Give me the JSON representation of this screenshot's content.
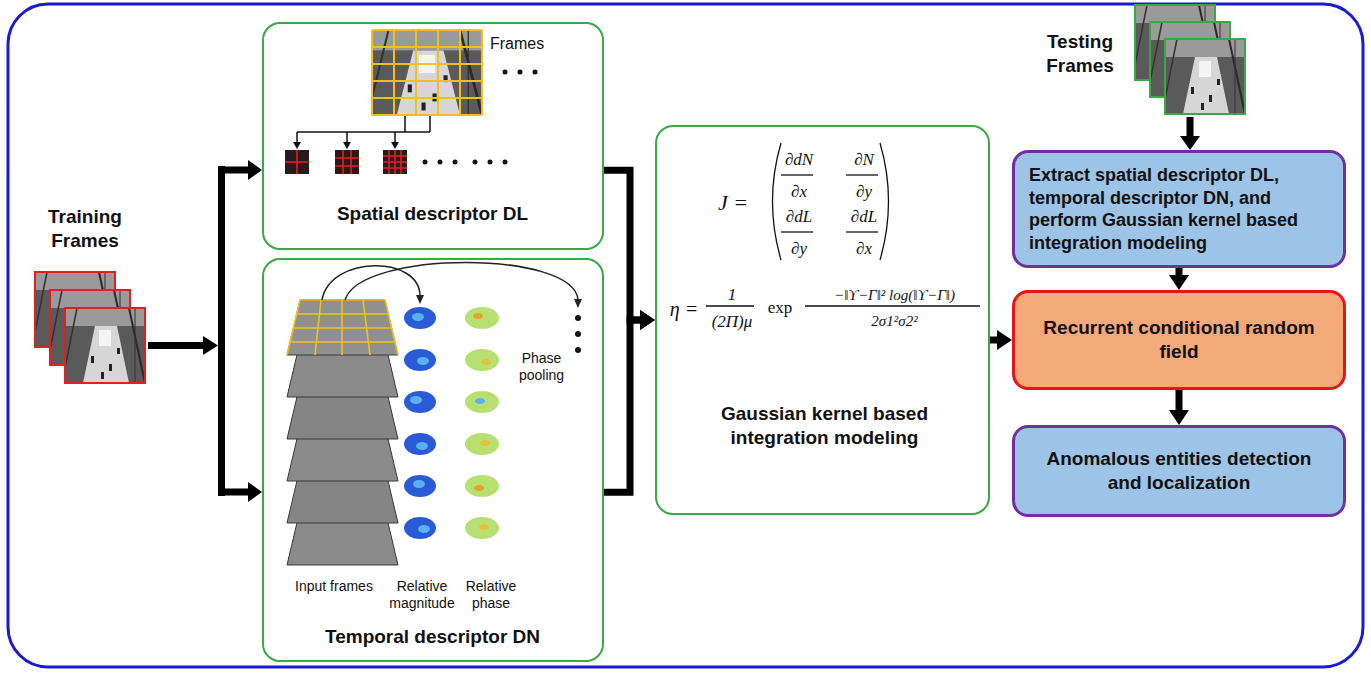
{
  "diagram": {
    "nodes": [
      {
        "text": [
          "Frames",
          "Spatial descriptor DL"
        ]
      },
      {
        "text": [
          "Phase pooling",
          "Input frames",
          "Relative magnitude",
          "Relative phase",
          "Temporal descriptor DN"
        ]
      },
      {
        "text": [
          "J =",
          "∂dN",
          "∂x",
          "∂N",
          "∂y",
          "∂dL",
          "∂y",
          "∂dL",
          "∂x",
          "η =",
          "1",
          "(2Π)μ",
          "exp",
          "−‖ϒ−Γ‖² log(‖ϒ−Γ‖)",
          "2σ1²σ2²",
          "Gaussian kernel based integration modeling"
        ]
      },
      {
        "text": [
          "Extract spatial descriptor DL, temporal descriptor DN, and perform Gaussian kernel based integration modeling"
        ]
      },
      {
        "text": [
          "Recurrent conditional random field"
        ]
      },
      {
        "text": [
          "Anomalous entities detection and localization"
        ]
      }
    ],
    "edges": [
      {
        "from": 0,
        "to": 2,
        "arrow": "to"
      },
      {
        "from": 1,
        "to": 2,
        "arrow": "to"
      },
      {
        "from": 2,
        "to": 4,
        "arrow": "to"
      },
      {
        "from": 3,
        "to": 4,
        "arrow": "to"
      },
      {
        "from": 4,
        "to": 5,
        "arrow": "to"
      }
    ],
    "labels": [
      "Training Frames",
      "Testing Frames"
    ]
  }
}
